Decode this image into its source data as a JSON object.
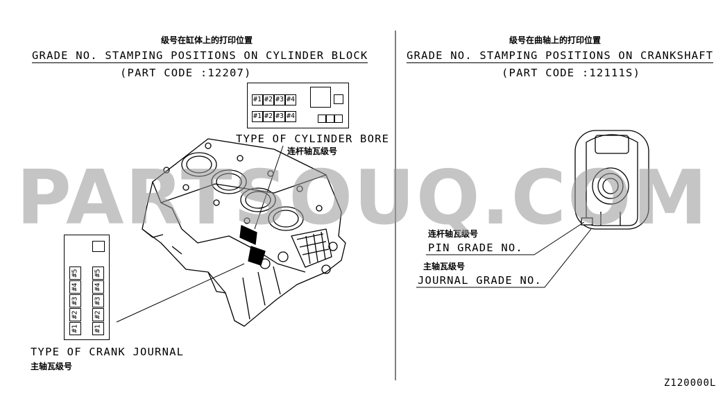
{
  "left": {
    "title_cn": "级号在缸体上的打印位置",
    "title_en": "GRADE NO. STAMPING POSITIONS ON CYLINDER BLOCK",
    "part_code": "(PART CODE :12207)",
    "bore_grid_top": [
      "#1",
      "#2",
      "#3",
      "#4"
    ],
    "bore_grid_bottom": [
      "#1",
      "#2",
      "#3",
      "#4"
    ],
    "type_cylinder_bore": "TYPE OF CYLINDER BORE",
    "conrod_bearing_cn": "连杆轴瓦级号",
    "journal_col_left": [
      "#1",
      "#2",
      "#3",
      "#4",
      "#5"
    ],
    "journal_col_right": [
      "#1",
      "#2",
      "#3",
      "#4",
      "#5"
    ],
    "type_crank_journal": "TYPE OF CRANK JOURNAL",
    "main_bearing_cn": "主轴瓦级号"
  },
  "right": {
    "title_cn": "级号在曲轴上的打印位置",
    "title_en": "GRADE NO. STAMPING POSITIONS ON CRANKSHAFT",
    "part_code": "(PART CODE :12111S)",
    "pin_grade_cn": "连杆轴瓦级号",
    "pin_grade_en": "PIN GRADE NO.",
    "journal_grade_cn": "主轴瓦级号",
    "journal_grade_en": "JOURNAL GRADE NO."
  },
  "watermark": "PARTSOUQ.COM",
  "figure_code": "Z120000L"
}
